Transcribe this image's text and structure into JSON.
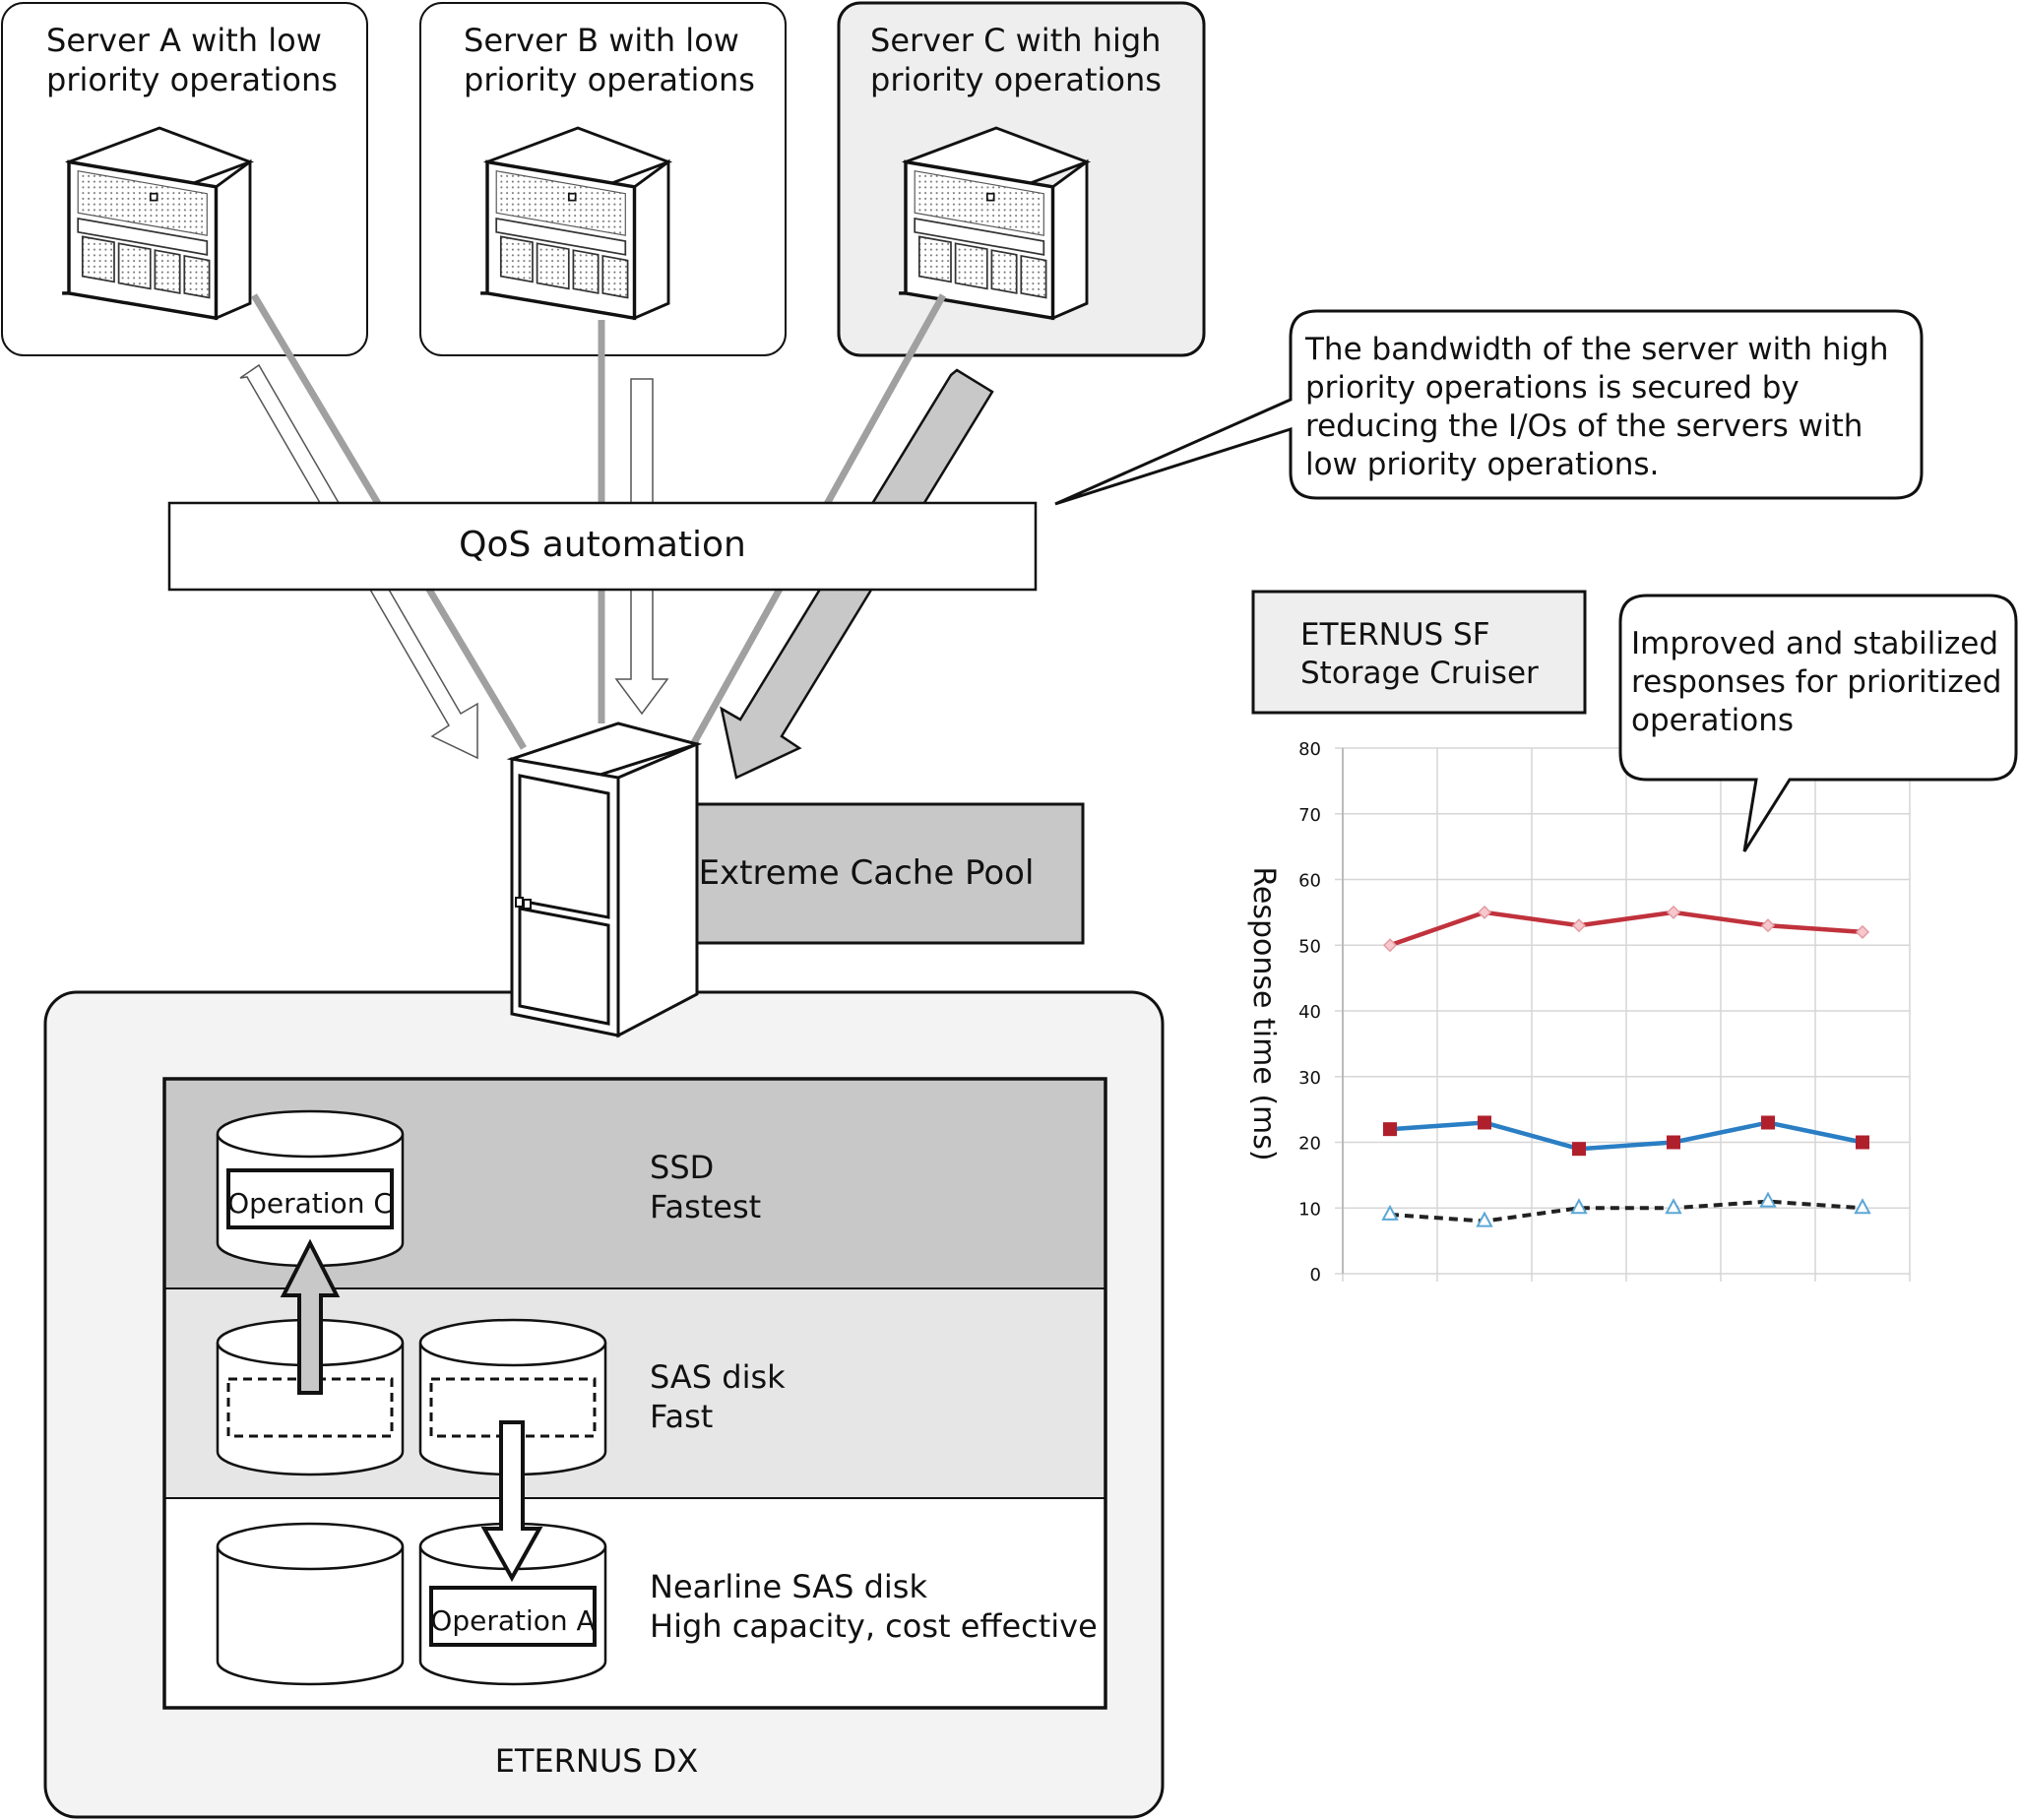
{
  "servers": [
    {
      "lines": [
        "Server A with low",
        "priority operations"
      ]
    },
    {
      "lines": [
        "Server B with low",
        "priority operations"
      ]
    },
    {
      "lines": [
        "Server C with high",
        "priority operations"
      ]
    }
  ],
  "callout_bandwidth": {
    "lines": [
      "The bandwidth of the server with high",
      "priority operations is secured by",
      "reducing the I/Os of the servers with",
      "low priority operations."
    ]
  },
  "qos_label": "QoS automation",
  "cache_pool_label": "Extreme Cache Pool",
  "tiers": [
    {
      "name": "SSD",
      "desc": "Fastest"
    },
    {
      "name": "SAS disk",
      "desc": "Fast"
    },
    {
      "name": "Nearline SAS disk",
      "desc": "High capacity, cost effective"
    }
  ],
  "operations": {
    "c": "Operation C",
    "a": "Operation A"
  },
  "storage_label": "ETERNUS DX",
  "software_box": {
    "lines": [
      "ETERNUS SF",
      "Storage Cruiser"
    ]
  },
  "callout_improved": {
    "lines": [
      "Improved and stabilized",
      "responses for prioritized",
      "operations"
    ]
  },
  "colors": {
    "red_series": "#c0323c",
    "blue_series": "#2a7ec4",
    "dashed_series": "#222222",
    "tier_ssd": "#c8c8c8",
    "tier_sas": "#e6e6e6",
    "panel": "#f2f3f2",
    "server_c_box": "#eeeeee",
    "cache_pool": "#c8c8c8",
    "arrow_fill": "#c8c8c8"
  },
  "chart_data": {
    "type": "line",
    "title": "",
    "xlabel": "",
    "ylabel": "Response time (ms)",
    "ylim": [
      0,
      80
    ],
    "yticks": [
      0,
      10,
      20,
      30,
      40,
      50,
      60,
      70,
      80
    ],
    "grid": true,
    "x": [
      1,
      2,
      3,
      4,
      5,
      6
    ],
    "series": [
      {
        "color": "red",
        "marker": "diamond",
        "style": "solid",
        "values": [
          50,
          55,
          53,
          55,
          53,
          52
        ]
      },
      {
        "color": "blue",
        "marker": "square",
        "style": "solid",
        "values": [
          22,
          23,
          19,
          20,
          23,
          20
        ]
      },
      {
        "color": "black",
        "marker": "triangle",
        "style": "dashed",
        "values": [
          9,
          8,
          10,
          10,
          11,
          10
        ]
      }
    ]
  }
}
